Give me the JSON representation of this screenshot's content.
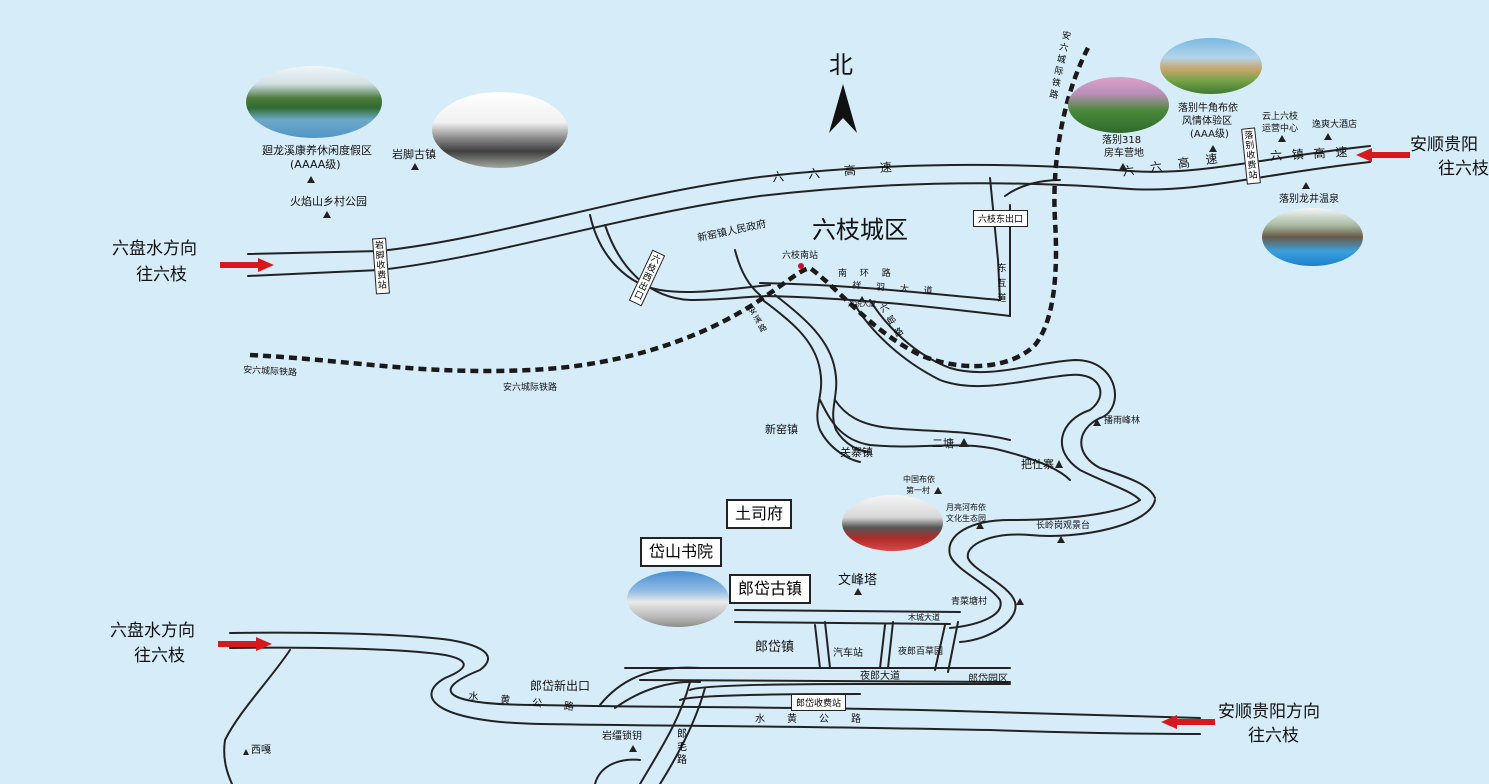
{
  "north": "北",
  "district": "六枝城区",
  "highways": {
    "liuliu_west": "六　六　高　速",
    "liuliu_east": "六　六　高　速",
    "liuzhen": "六 镇 高 速",
    "shuihuang_west": "水　黄　公　路",
    "shuihuang_east": "水　黄　公　路"
  },
  "railway": {
    "left": "安六城际铁路",
    "mid": "安六城际铁路",
    "vertical": "安六城际铁路"
  },
  "directions": {
    "west_top": [
      "六盘水方向",
      "往六枝"
    ],
    "west_bottom": [
      "六盘水方向",
      "往六枝"
    ],
    "east_top": [
      "安顺贵阳",
      "往六枝"
    ],
    "east_bottom": [
      "安顺贵阳方向",
      "往六枝"
    ]
  },
  "tolls": {
    "yanjiao": "岩脚收费站",
    "liuzhi_west_exit": "六枝西出口",
    "liuzhi_east_exit": "六枝东出口",
    "luobie": "落别收费站",
    "langdai": "郎岱收费站"
  },
  "places": {
    "huilongxi": [
      "廻龙溪康养休闲度假区",
      "(AAAA级)"
    ],
    "huoyanshan": "火焰山乡村公园",
    "yanjiao_town": "岩脚古镇",
    "xinyao_gov": "新窑镇人民政府",
    "liuzhi_south_station": "六枝南站",
    "nanhuan_road": "南 环 路",
    "xiangyu_road": "祥 羽 大 道",
    "hongqi": "鸿锐大厦",
    "liulang_road": "六 郎 路",
    "donghu_road": "东互道",
    "anxi_road": "安溪路",
    "xinyao_town": "新窑镇",
    "guanzhai": "关寨镇",
    "ertang": "二塘",
    "boyu": "播雨峰林",
    "bashizhai": "把仕寨",
    "buyi_village": [
      "中国布依",
      "第一村"
    ],
    "yueliang": [
      "月亮河布依",
      "文化生态园"
    ],
    "changling": "长岭岗观景台",
    "tusifu": "土司府",
    "daishan": "岱山书院",
    "langdai_oldtown": "郎岱古镇",
    "wenfeng": "文峰塔",
    "qingcaitang": "青菜塘村",
    "mucheng": "木城大道",
    "langdai_town": "郎岱镇",
    "bus_station": "汽车站",
    "yelang_garden": "夜郎百草园",
    "yelang_road": "夜郎大道",
    "langdai_park": "郎岱园区",
    "langdai_new_exit": "郎岱新出口",
    "yanshuo": "岩缰锁钥",
    "langmao_road": "郎毛路",
    "xiga": "西嘎",
    "camp318": [
      "落别318",
      "房车营地"
    ],
    "niujiao": [
      "落别牛角布依",
      "风情体验区",
      "(AAA级)"
    ],
    "yunshang": [
      "云上六枝",
      "运营中心"
    ],
    "yishuang": "逸爽大酒店",
    "longjing": "落别龙井温泉"
  },
  "colors": {
    "background": "#d6ecf8",
    "road": "#222222",
    "arrow": "#d7191e"
  }
}
